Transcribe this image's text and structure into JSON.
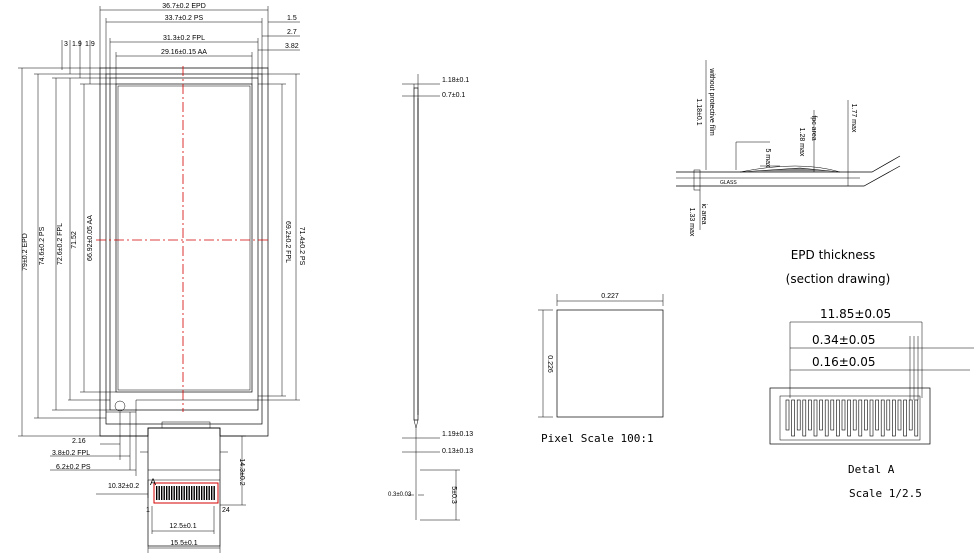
{
  "front_view": {
    "top_dims": {
      "epd_width": "36.7±0.2 EPD",
      "ps_width": "33.7±0.2 PS",
      "fpl_width": "31.3±0.2 FPL",
      "aa_width": "29.16±0.15 AA",
      "r1": "1.5",
      "r2": "2.7",
      "r3": "3.82",
      "l1": "3",
      "l2": "1.9",
      "l3": "1.9"
    },
    "left_dims": {
      "epd_height": "79±0.2 EPD",
      "ps_height": "74.6±0.2 PS",
      "fpl_height": "72.6±0.2 FPL",
      "h52": "71.52",
      "aa_height": "66.92±0.05 AA"
    },
    "right_dims": {
      "ps_height": "71.4±0.2 PS",
      "fpl_height": "69.2±0.2 FPL"
    },
    "bottom_dims": {
      "d216": "2.16",
      "fpl_offset": "3.8±0.2 FPL",
      "ps_offset": "6.2±0.2 PS",
      "fpc_offset": "10.32±0.2",
      "tail_height": "14.3±0.2",
      "pin_span": "12.5±0.1",
      "tail_width": "15.5±0.1",
      "pin_first": "1",
      "pin_last": "24",
      "detail_letter": "A"
    }
  },
  "side_view": {
    "top_thick": "1.18±0.1",
    "top_thin": "0.7±0.1",
    "bottom_thick": "1.19±0.13",
    "bottom_thin": "0.13±0.13",
    "tail_thk": "0.3±0.03",
    "tail_len": "5±0.3"
  },
  "section": {
    "without_film": "without protective film",
    "without_film_val": "1.18±0.1",
    "fpc_area": "fpc area",
    "fpc_area_val": "1.28 max",
    "ic_area": "ic area",
    "ic_area_val": "1.33 max",
    "max_val": "1.77 max",
    "five": "5 max",
    "glass_label": "GLASS",
    "title_line1": "EPD thickness",
    "title_line2": "(section drawing)"
  },
  "pixel": {
    "width": "0.227",
    "height": "0.226",
    "caption": "Pixel Scale 100:1"
  },
  "detail": {
    "pitch": "11.85±0.05",
    "width": "0.34±0.05",
    "gap": "0.16±0.05",
    "title": "Detal A",
    "scale": "Scale 1/2.5"
  }
}
